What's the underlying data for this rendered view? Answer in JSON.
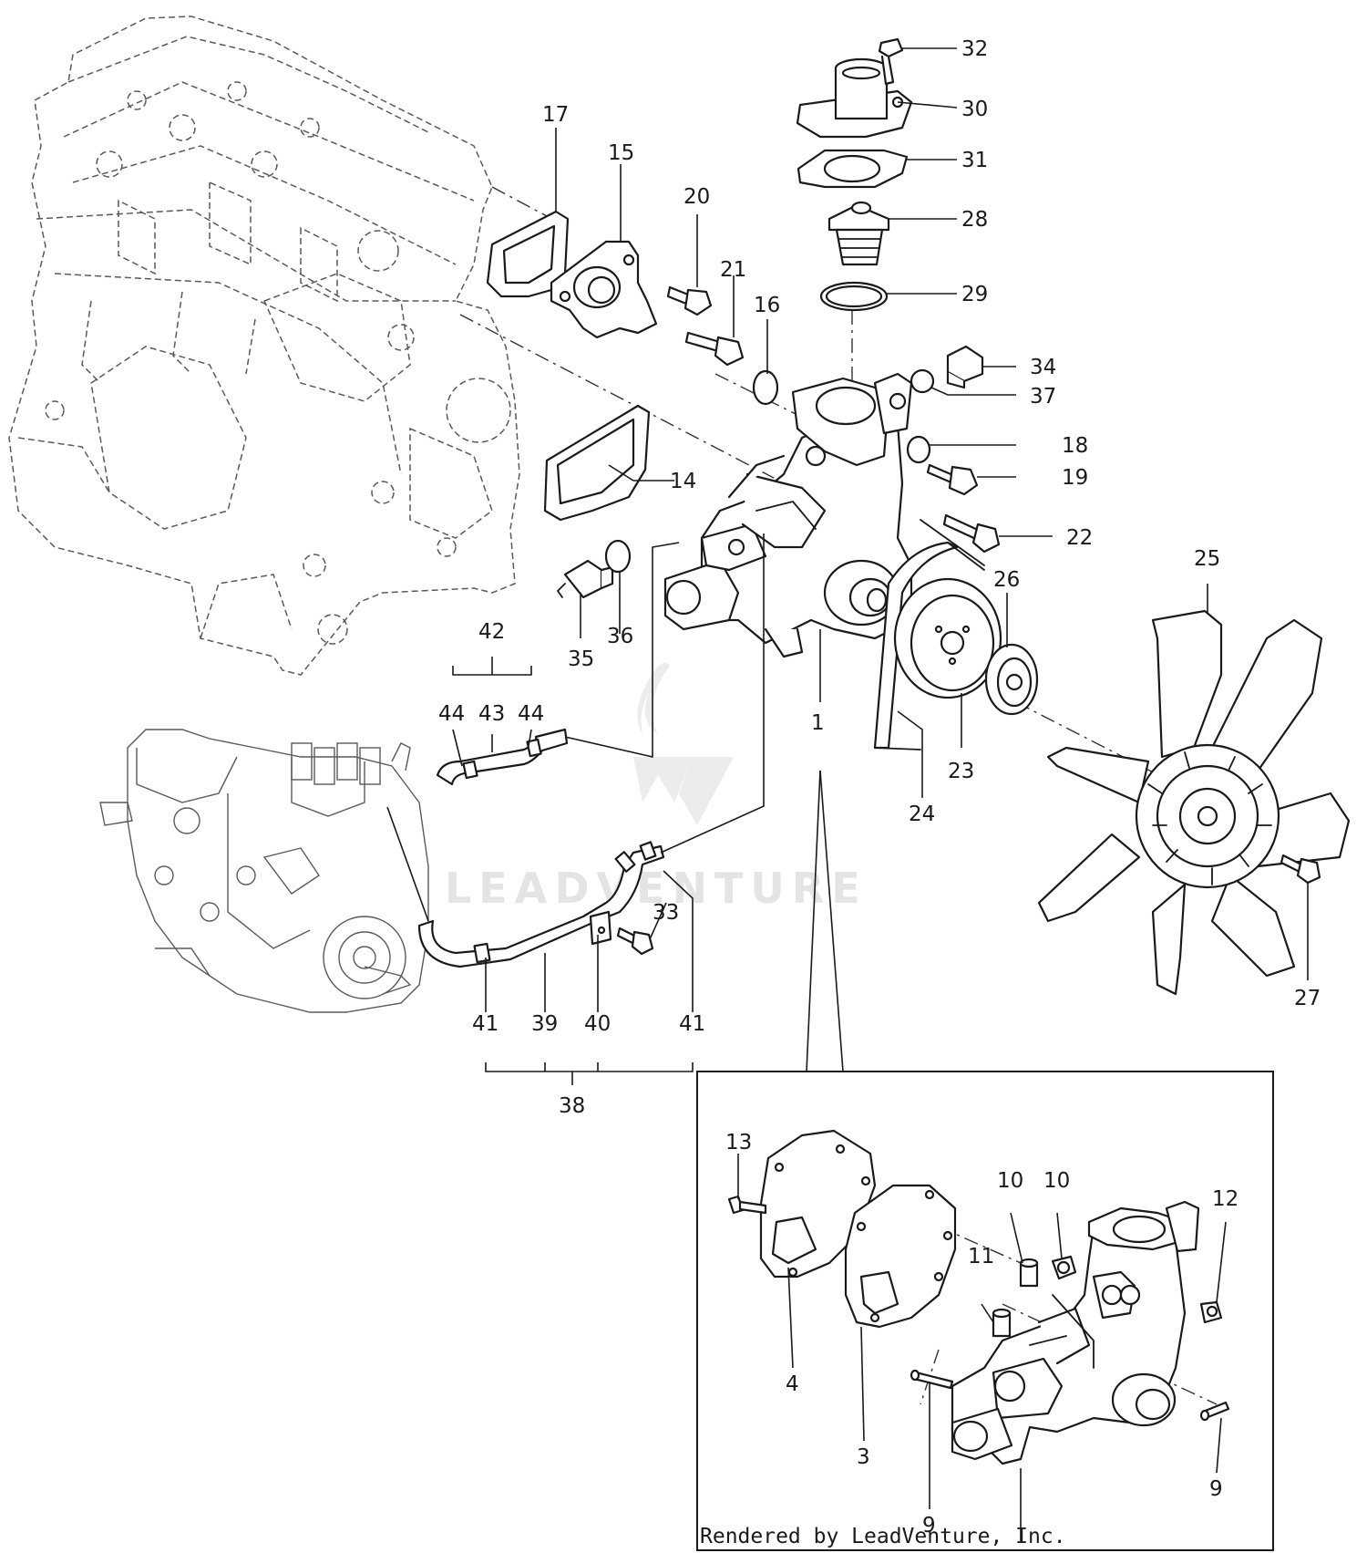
{
  "callouts": [
    "1",
    "3",
    "4",
    "9",
    "10",
    "11",
    "12",
    "13",
    "14",
    "15",
    "16",
    "17",
    "18",
    "19",
    "20",
    "21",
    "22",
    "23",
    "24",
    "25",
    "26",
    "27",
    "28",
    "29",
    "30",
    "31",
    "32",
    "33",
    "34",
    "35",
    "36",
    "37",
    "38",
    "39",
    "40",
    "41",
    "42",
    "43",
    "44"
  ],
  "watermark": "LEADVENTURE",
  "credit": "Rendered by LeadVenture, Inc."
}
